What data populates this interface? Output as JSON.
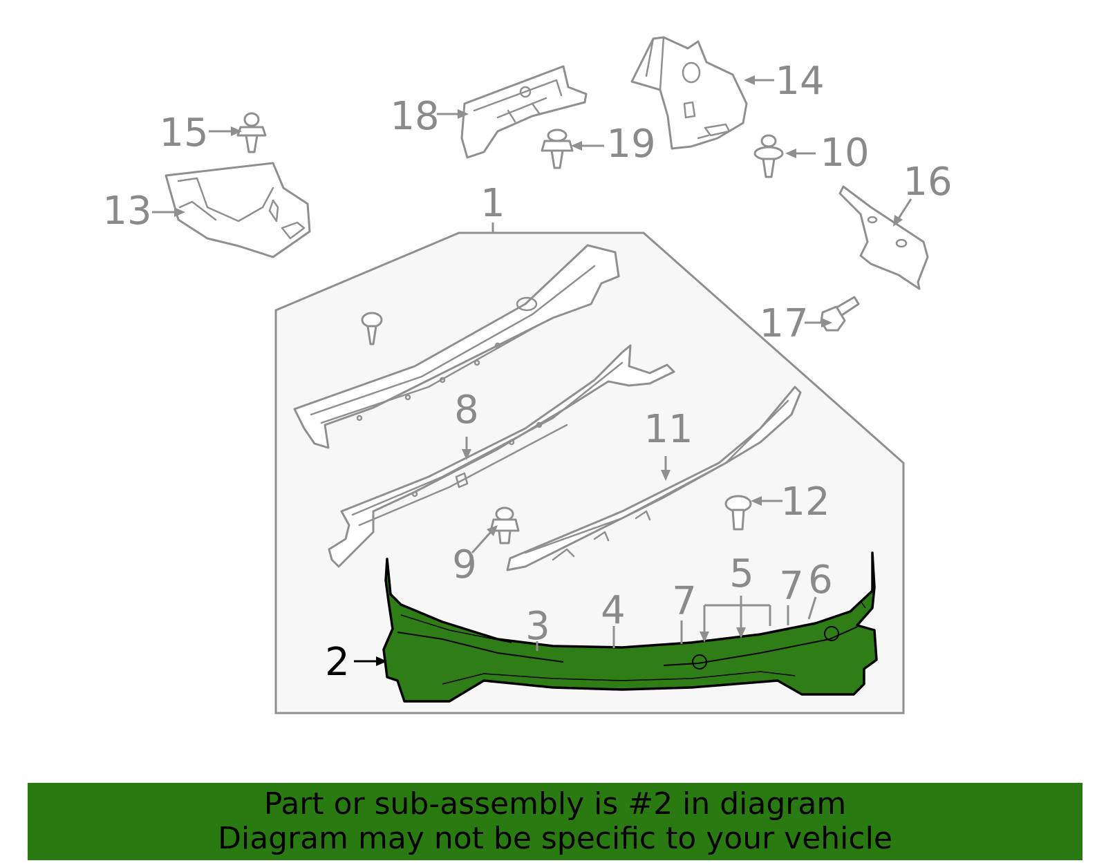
{
  "colors": {
    "highlight_part": "#2e7d16",
    "banner": "#2a7a12",
    "line_gray": "#8f8f8f",
    "assembly_fill": "#f7f7f7"
  },
  "callouts": {
    "c1": "1",
    "c2": "2",
    "c3": "3",
    "c4": "4",
    "c5": "5",
    "c6": "6",
    "c7a": "7",
    "c7b": "7",
    "c8": "8",
    "c9": "9",
    "c10": "10",
    "c11": "11",
    "c12": "12",
    "c13": "13",
    "c14": "14",
    "c15": "15",
    "c16": "16",
    "c17": "17",
    "c18": "18",
    "c19": "19"
  },
  "banner": {
    "line1": "Part or sub-assembly is #2 in diagram",
    "line2": "Diagram may not be specific to your vehicle"
  }
}
